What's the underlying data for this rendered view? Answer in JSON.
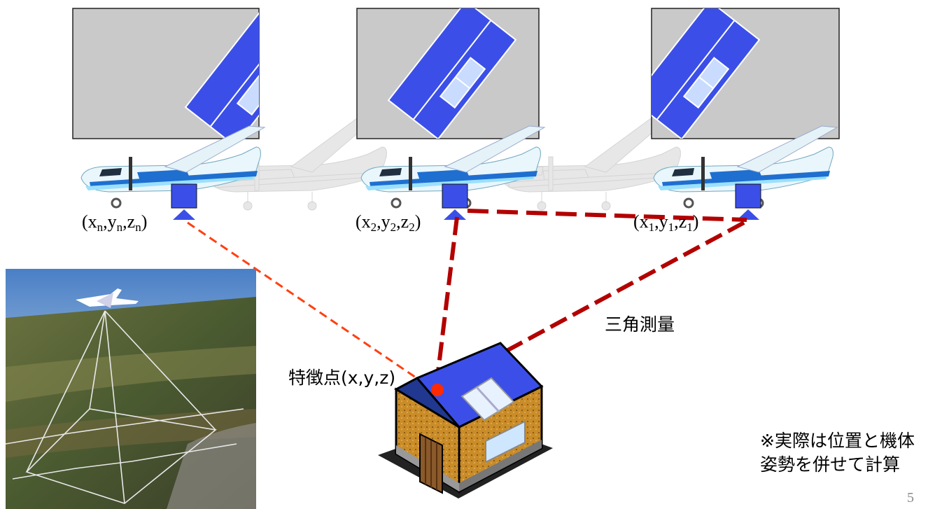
{
  "coords": {
    "pn": {
      "open": "(x",
      "s1": "n",
      "m1": ",y",
      "s2": "n",
      "m2": ",z",
      "s3": "n",
      "close": ")"
    },
    "p2": {
      "open": "(x",
      "s1": "2",
      "m1": ",y",
      "s2": "2",
      "m2": ",z",
      "s3": "2",
      "close": ")"
    },
    "p1": {
      "open": "(x",
      "s1": "1",
      "m1": ",y",
      "s2": "1",
      "m2": ",z",
      "s3": "1",
      "close": ")"
    }
  },
  "labels": {
    "triangulation": "三角測量",
    "feature_point": "特徴点(x,y,z)",
    "note": "※実際は位置と機体姿勢を併せて計算",
    "page_number": "5"
  },
  "colors": {
    "frame_fill": "#c9c9c9",
    "house_blue": "#3b4fe8",
    "light_blue": "#c9dcff",
    "red_line": "#b30000",
    "orange_line": "#ff4010",
    "feature_dot": "#ff2a00",
    "wall": "#c98c28"
  }
}
